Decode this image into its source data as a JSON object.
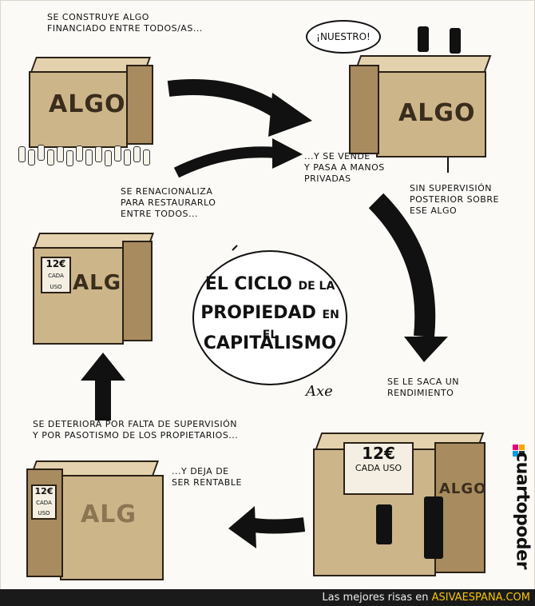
{
  "captions": {
    "built": "SE CONSTRUYE ALGO\nFINANCIADO ENTRE TODOS/AS...",
    "ours": "¡NUESTRO!",
    "sold": "...Y SE VENDE\nY PASA A MANOS\nPRIVADAS",
    "no_supervision": "SIN SUPERVISIÓN\nPOSTERIOR SOBRE\nESE ALGO",
    "renationalize": "SE RENACIONALIZA\nPARA RESTAURARLO\nENTRE TODOS...",
    "profit": "SE LE SACA UN\nRENDIMIENTO",
    "deteriorates": "SE DETERIORA POR FALTA DE SUPERVISIÓN\nY POR PASOTISMO DE LOS PROPIETARIOS...",
    "unprofitable": "...Y DEJA DE\nSER RENTABLE"
  },
  "blocks": {
    "algo_label": "ALGO",
    "broken_label": "ALG",
    "price_amount": "12€",
    "price_text": "CADA USO",
    "price_text_small": "CADA USO"
  },
  "title": {
    "line1": "EL CICLO",
    "line1b": "DE LA",
    "line2": "PROPIEDAD",
    "line2b": "EN EL",
    "line3": "CAPITALISMO"
  },
  "signature": "Axe",
  "brand": "cuartopoder",
  "footer": {
    "text": "Las mejores risas en ",
    "site": "ASIVAESPANA.COM"
  },
  "colors": {
    "stone": "#cdb58a",
    "stone_top": "#e3d2ad",
    "stone_side": "#a88b5e",
    "ink": "#111111",
    "footer_bg": "#1a1a1a",
    "footer_site": "#f5c400"
  }
}
